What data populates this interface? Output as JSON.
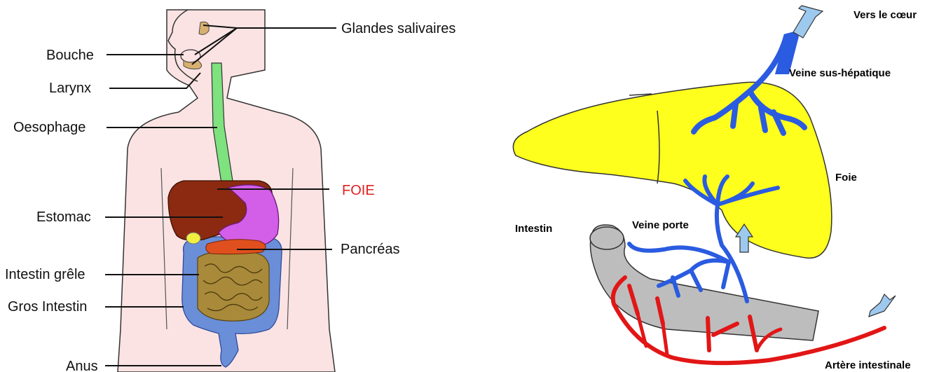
{
  "left_diagram": {
    "labels": {
      "glandes_salivaires": "Glandes salivaires",
      "bouche": "Bouche",
      "larynx": "Larynx",
      "oesophage": "Oesophage",
      "foie": "FOIE",
      "estomac": "Estomac",
      "pancreas": "Pancréas",
      "intestin_grele": "Intestin grêle",
      "gros_intestin": "Gros Intestin",
      "anus": "Anus"
    }
  },
  "right_diagram": {
    "labels": {
      "vers_le_coeur": "Vers le cœur",
      "veine_sus_hepatique": "Veine sus-hépatique",
      "foie": "Foie",
      "intestin": "Intestin",
      "veine_porte": "Veine porte",
      "artere_intestinale": "Artère intestinale"
    }
  },
  "colors": {
    "body_fill": "#fbe3e3",
    "oesophagus": "#7ee27e",
    "liver_left": "#8b2a10",
    "stomach": "#d35ee8",
    "pancreas": "#e0501e",
    "gallbladder": "#f0f040",
    "small_intestine": "#a88a3a",
    "large_intestine": "#6a8ed8",
    "foie_label": "#e02020",
    "liver_right": "#ffff1e",
    "veins": "#2a5be0",
    "artery": "#e21616",
    "intestine_right": "#bdbdbd",
    "arrows": "#9ec9ef"
  }
}
